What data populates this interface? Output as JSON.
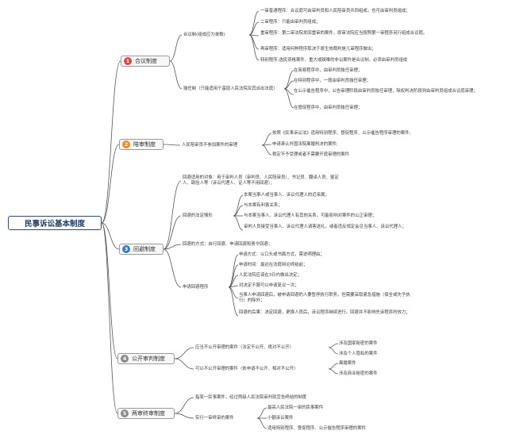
{
  "root": "民事诉讼基本制度",
  "sections": [
    {
      "num": "1",
      "color": "#e0443a",
      "label": "合议制度",
      "heading1": "合议制(组成应为单数)",
      "items1": [
        "一审普通程序：合议庭可由审判员和人民陪审员共同组成，也可由审判员组成；",
        "二审程序：只能由审判员组成；",
        "重审程序：第二审法院发回重审的案件，原审法院应当按照第一审程序另行组成合议庭。",
        "再审程序：适用何种程序取决于原生效裁判是几审程序做出；",
        "特别程序:选民资格案件、重大或疑难的非讼案件是合议制，必须由审判员组成"
      ],
      "heading2": "独任制（只能适用于基层人民法院及其派出法庭）",
      "items2": [
        "在简易程序中，由审判员独任审理；",
        "在特别程序中，一般由审判员独任审理；",
        "在公示催告程序中，公告审理阶段由审判员独任审理，除权判决阶段则由审判员组成合议庭审理；",
        "在督促程序中，由审判员独任审理；"
      ]
    },
    {
      "num": "2",
      "color": "#f08a24",
      "label": "陪审制度",
      "heading1": "人民陪审员不参加案件的审理",
      "items1": [
        "依照《民事诉讼法》适用特别程序、督促程序、公示催告程序审理的案件;",
        "申请承认外国法院离婚判决的案件;",
        "裁定不予受理或者不需要开庭审理的案件"
      ]
    },
    {
      "num": "3",
      "color": "#2f7dc9",
      "label": "回避制度",
      "intro": "回避适用的对象：用于审判人员（审判员、人民陪审员）、书记员、翻译人员、鉴定人、勘验人等（诉讼代理人、证人等不用回避）；",
      "heading1": "回避的法定情形",
      "items1": [
        "本案当事人或当事人、诉讼代理人的近亲属；",
        "与本案有利害关系；",
        "与本案当事人、诉讼代理人有其他关系，可能影响对案件的公正审理；",
        "审判人员接受当事人、诉讼代理人请客送礼，或者违反规定会见当事人、诉讼代理人；"
      ],
      "mode": "回避的方式：自行回避、申请回避和责令回避；",
      "heading2": "申请回避程序",
      "items2": [
        "申请方式：以口头或书面方式，需说明理由；",
        "申请时间：最迟在法庭辩论终结前；",
        "人民法院应该在3日内做出决定；",
        "对决定不服可以申请复议一次；",
        "当事人申请回避后，被申请回避的人要暂停执行职务，但需要采取紧急措施（保全或先予执行）的除外；",
        "回避的后果：决定回避，更换人员后，诉讼程序继续进行。回避并不影响先诉程序的效力；"
      ]
    },
    {
      "num": "4",
      "color": "#8a8a8a",
      "label": "公开审判制度",
      "heading1": "应当不公开审理的案件（法定不公开、绝对不公开）",
      "items1": [
        "涉及国家秘密的案件",
        "涉及个人隐私的案件"
      ],
      "heading2": "可以不公开审理的案件（依申请不公开、相对不公开）",
      "items2": [
        "离婚案件",
        "涉及商业秘密的案件"
      ]
    },
    {
      "num": "5",
      "color": "#8a8a8a",
      "label": "两审终审制度",
      "intro": "指某一民事案件，经过两级人民法院审判就宣告终结的制度",
      "heading1": "实行一审终审的案件",
      "items1": [
        "最高人民法院一审的民事案件",
        "小额诉讼案件",
        "适用特别程序、督促程序、公示催告程序审理的案件"
      ]
    }
  ]
}
